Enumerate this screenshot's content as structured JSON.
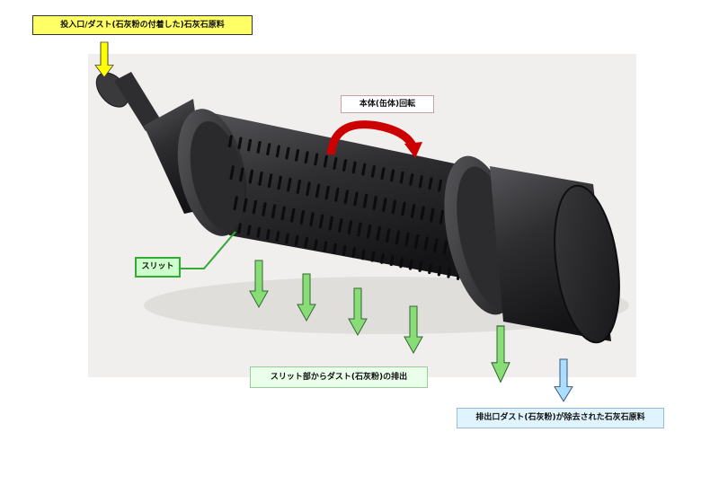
{
  "labels": {
    "inlet": "投入口/ダスト(石灰粉の付着した)石灰石原料",
    "rotation": "本体(缶体)回転",
    "slit": "スリット",
    "dust_discharge": "スリット部からダスト(石灰粉)の排出",
    "product_outlet": "排出口ダスト(石灰粉)が除去された石灰石原料"
  },
  "colors": {
    "inlet_arrow": "#ffff00",
    "rotation_arrow": "#cc0000",
    "dust_arrow": "#88dd77",
    "outlet_arrow": "#aaddff",
    "body": "#2c2c2e"
  },
  "icons": {
    "inlet": "arrow-down-icon",
    "rotation": "curved-arrow-icon",
    "dust": "arrow-down-icon",
    "outlet": "arrow-down-icon"
  }
}
